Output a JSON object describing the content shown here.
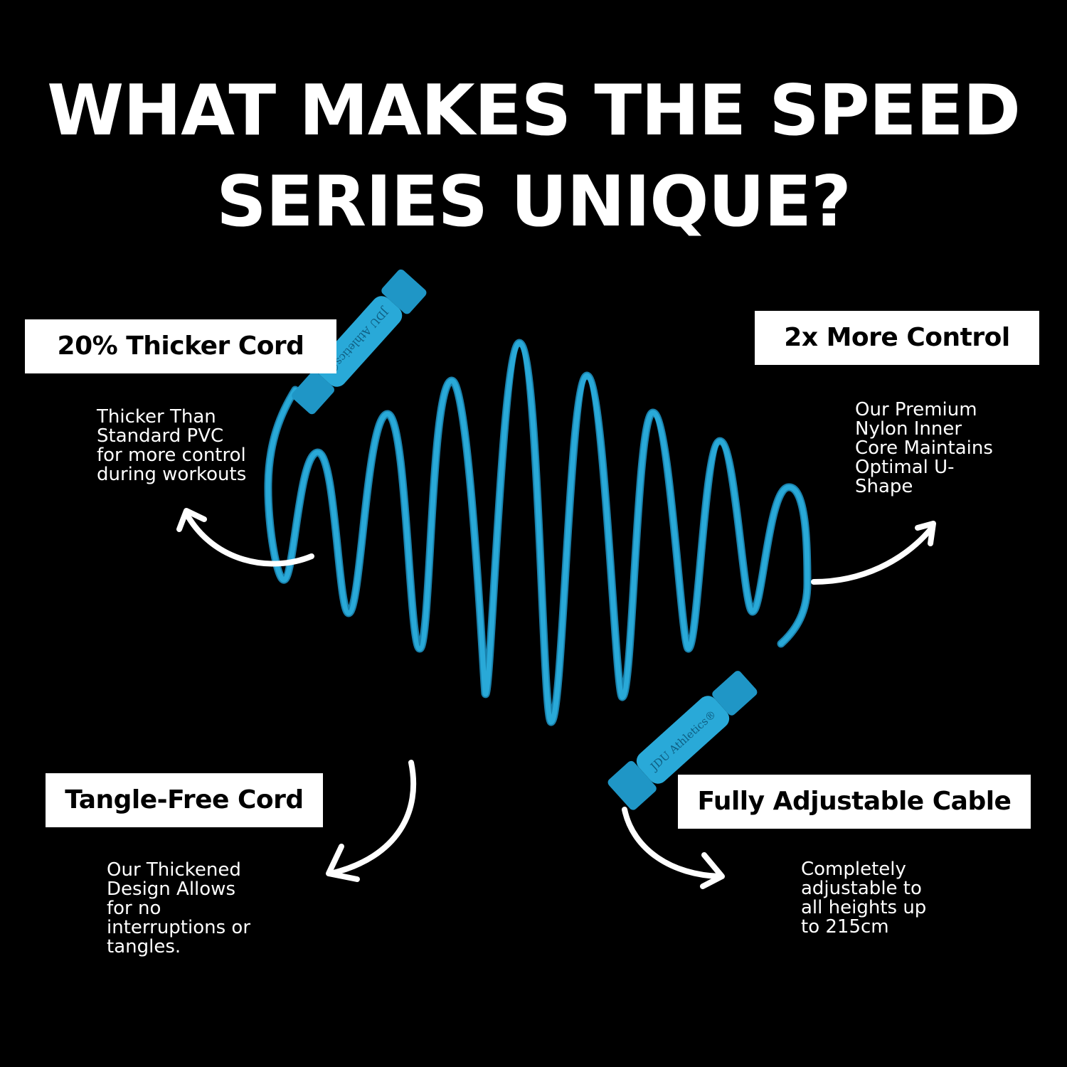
{
  "title": {
    "line1": "WHAT MAKES THE SPEED",
    "line2": "SERIES UNIQUE?"
  },
  "features": {
    "thicker": {
      "label": "20% Thicker Cord",
      "lines": [
        "Thicker Than",
        "Standard PVC",
        "for more control",
        "during workouts"
      ]
    },
    "control": {
      "label": "2x More Control",
      "lines": [
        "Our Premium",
        "Nylon Inner",
        "Core Maintains",
        "Optimal U-",
        "Shape"
      ]
    },
    "tangle": {
      "label": "Tangle-Free Cord",
      "lines": [
        "Our Thickened",
        "Design Allows",
        "for no",
        "interruptions or",
        "tangles."
      ]
    },
    "adjustable": {
      "label": "Fully Adjustable Cable",
      "lines": [
        "Completely",
        "adjustable to",
        "all heights up",
        "to 215cm"
      ]
    }
  },
  "product": {
    "handle_text": "JDU Athletics®",
    "rope_color": "#29a9d8",
    "rope_shadow": "#1a82ad"
  }
}
